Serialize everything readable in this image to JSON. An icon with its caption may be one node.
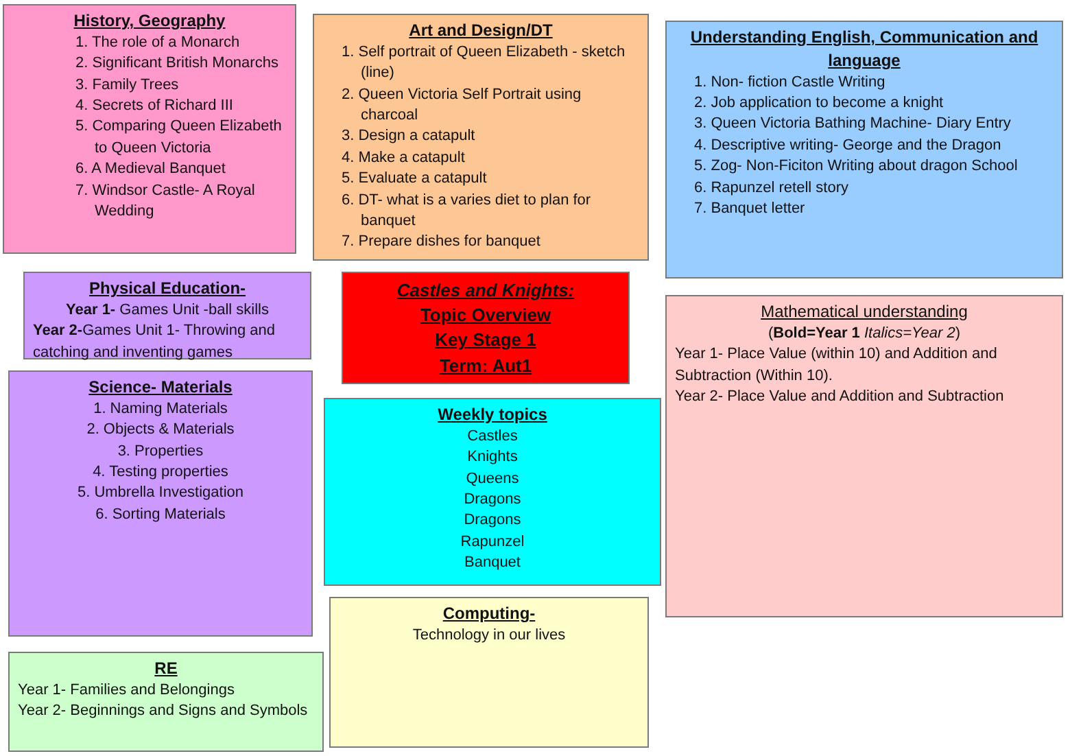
{
  "diagram": {
    "nodes": [
      {
        "text": [
          "History, Geography",
          "1. The role of a Monarch",
          "2. Significant British Monarchs",
          "3. Family Trees",
          "4. Secrets of Richard III",
          "5. Comparing Queen Elizabeth to Queen Victoria",
          "6. A Medieval Banquet",
          "7. Windsor Castle- A Royal Wedding"
        ]
      },
      {
        "text": [
          "Art and Design/DT",
          "1. Self portrait of Queen Elizabeth - sketch (line)",
          "2. Queen Victoria Self Portrait using charcoal",
          "3. Design a catapult",
          "4. Make a catapult",
          "5. Evaluate a catapult",
          "6. DT- what is a varies diet to plan for banquet",
          "7. Prepare dishes for banquet"
        ]
      },
      {
        "text": [
          "Understanding English, Communication and language",
          "1. Non- fiction Castle Writing",
          "2. Job application to become a knight",
          "3. Queen Victoria Bathing Machine- Diary Entry",
          "4. Descriptive writing- George and the Dragon",
          "5. Zog- Non-Ficiton Writing about dragon School",
          "6. Rapunzel retell story",
          "7. Banquet letter"
        ]
      },
      {
        "text": [
          "Physical Education-",
          "**Year 1-** Games Unit -ball skills",
          "**Year 2-**Games Unit 1- Throwing and catching and inventing games"
        ]
      },
      {
        "text": [
          "Castles and Knights:",
          "Topic Overview",
          "Key Stage 1",
          "Term: Aut1"
        ]
      },
      {
        "text": [
          "Mathematical understanding",
          "(**Bold=Year 1** *Italics=Year 2*)",
          "Year 1- Place Value (within 10) and Addition and Subtraction (Within 10).",
          "Year 2- Place Value and Addition and Subtraction"
        ]
      },
      {
        "text": [
          "Science- Materials",
          "1. Naming Materials",
          "2. Objects & Materials",
          "3. Properties",
          "4. Testing properties",
          "5. Umbrella Investigation",
          "6. Sorting Materials"
        ]
      },
      {
        "text": [
          "Weekly topics",
          "Castles",
          "Knights",
          "Queens",
          "Dragons",
          "Dragons",
          "Rapunzel",
          "Banquet"
        ]
      },
      {
        "text": [
          "Computing-",
          "Technology in our lives"
        ]
      },
      {
        "text": [
          "RE",
          "Year 1- Families and Belongings",
          "Year 2- Beginnings and Signs and Symbols"
        ]
      }
    ]
  }
}
